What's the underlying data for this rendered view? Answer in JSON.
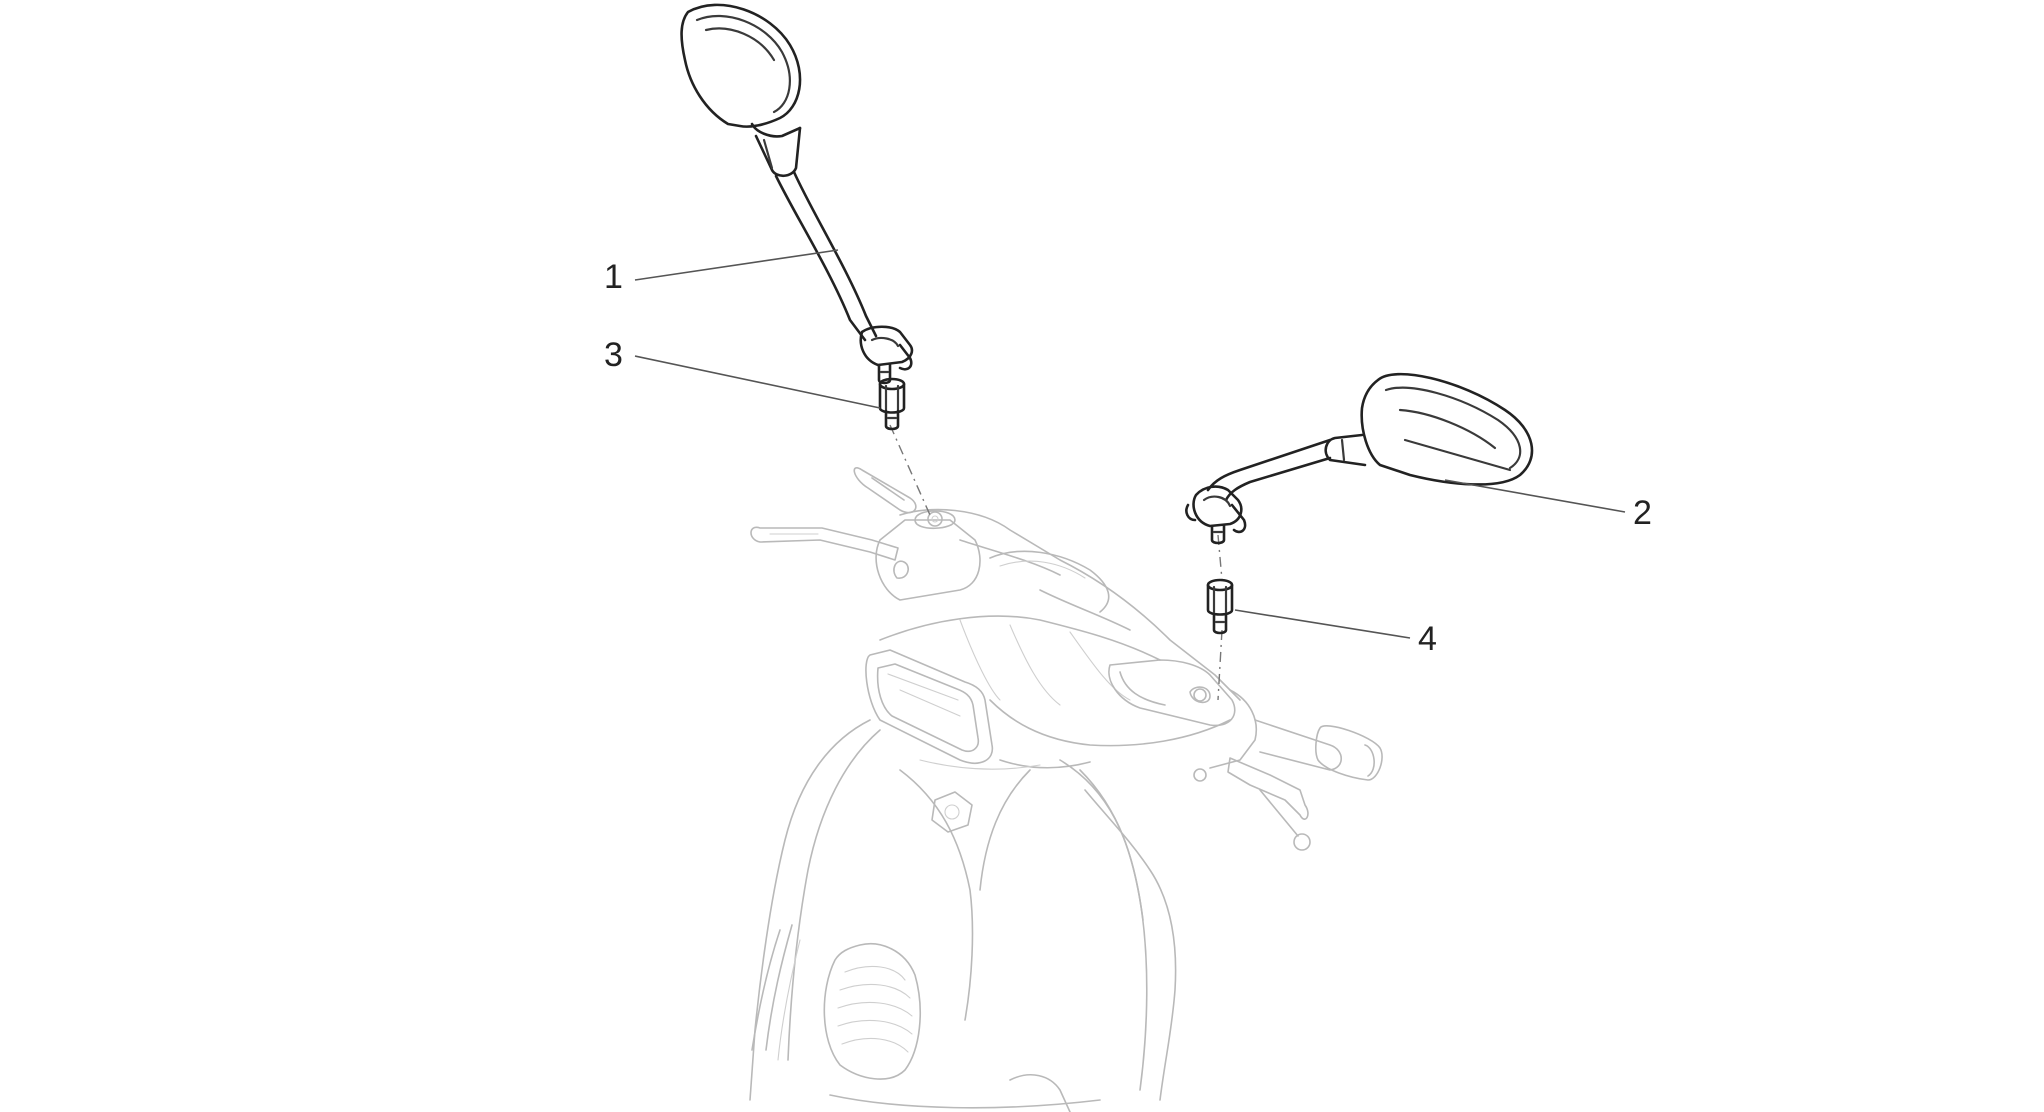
{
  "callouts": [
    {
      "id": "1",
      "label": "1"
    },
    {
      "id": "2",
      "label": "2"
    },
    {
      "id": "3",
      "label": "3"
    },
    {
      "id": "4",
      "label": "4"
    }
  ],
  "parts": {
    "left_mirror": "mirror-left",
    "right_mirror": "mirror-right",
    "left_adapter": "adapter-screw-left",
    "right_adapter": "adapter-screw-right",
    "scooter_front": "scooter-front-assembly"
  }
}
